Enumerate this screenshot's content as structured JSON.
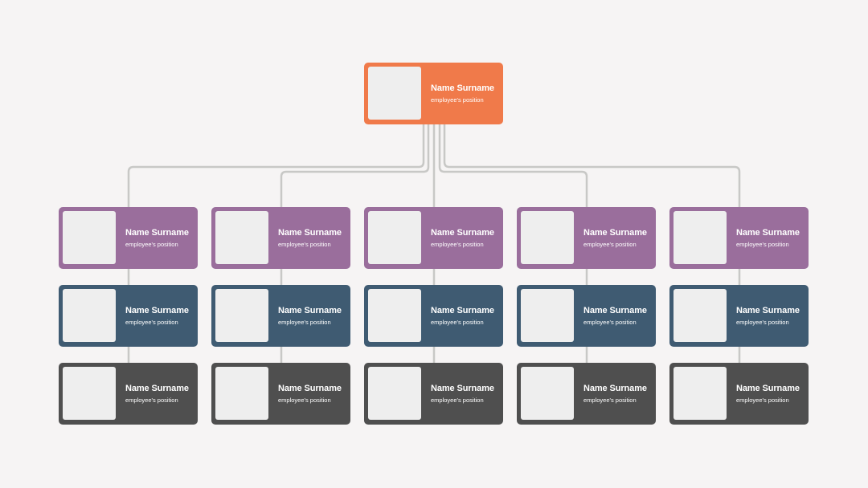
{
  "colors": {
    "background": "#f6f4f4",
    "connector": "#c8c8c6",
    "root": "#f07a4a",
    "level1": "#9a6e9c",
    "level2": "#3f5b72",
    "level3": "#4f4f4f",
    "photo_placeholder": "#eeeeee"
  },
  "root": {
    "name": "Name Surname",
    "position": "employee's position"
  },
  "columns": [
    {
      "level1": {
        "name": "Name Surname",
        "position": "employee's position"
      },
      "level2": {
        "name": "Name Surname",
        "position": "employee's position"
      },
      "level3": {
        "name": "Name Surname",
        "position": "employee's position"
      }
    },
    {
      "level1": {
        "name": "Name Surname",
        "position": "employee's position"
      },
      "level2": {
        "name": "Name Surname",
        "position": "employee's position"
      },
      "level3": {
        "name": "Name Surname",
        "position": "employee's position"
      }
    },
    {
      "level1": {
        "name": "Name Surname",
        "position": "employee's position"
      },
      "level2": {
        "name": "Name Surname",
        "position": "employee's position"
      },
      "level3": {
        "name": "Name Surname",
        "position": "employee's position"
      }
    },
    {
      "level1": {
        "name": "Name Surname",
        "position": "employee's position"
      },
      "level2": {
        "name": "Name Surname",
        "position": "employee's position"
      },
      "level3": {
        "name": "Name Surname",
        "position": "employee's position"
      }
    },
    {
      "level1": {
        "name": "Name Surname",
        "position": "employee's position"
      },
      "level2": {
        "name": "Name Surname",
        "position": "employee's position"
      },
      "level3": {
        "name": "Name Surname",
        "position": "employee's position"
      }
    }
  ]
}
